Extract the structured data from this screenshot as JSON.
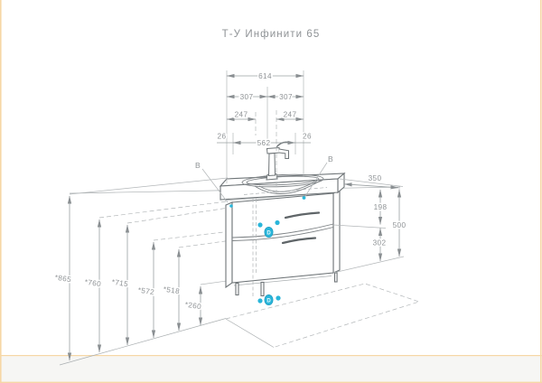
{
  "page": {
    "title": "Т-У Инфинити 65"
  },
  "dims": {
    "top": {
      "overall": "614",
      "left_half": "307",
      "right_half": "307",
      "left_quarter": "247",
      "right_quarter": "247",
      "left_edge": "26",
      "inner_width": "562",
      "right_edge": "26"
    },
    "right": {
      "depth": "350",
      "upper_section": "198",
      "total_height": "500",
      "lower_section": "302"
    },
    "left_heights": {
      "h1": "*865",
      "h2": "*760",
      "h3": "*715",
      "h4": "*572",
      "h5": "*518",
      "h6": "*260"
    }
  },
  "points": {
    "b_left": "В",
    "b_right": "В",
    "d_mid": "D",
    "d_bottom": "D"
  },
  "colors": {
    "line_dark": "#6f7578",
    "line_dim": "#9aa0a2",
    "text_gray": "#8f9396",
    "accent_cyan": "#2ab6da",
    "accent_cyan_edge": "#1c9cc2",
    "page_border_peach": "#f6d7a6",
    "footer_strip": "#f6f6f4"
  }
}
